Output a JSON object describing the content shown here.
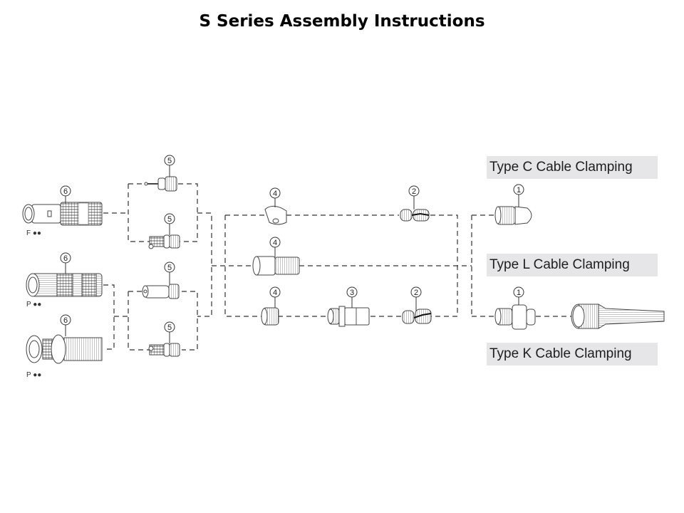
{
  "title": "S Series Assembly Instructions",
  "clamping_types": [
    {
      "id": "C",
      "label": "Type C Cable Clamping"
    },
    {
      "id": "L",
      "label": "Type L Cable Clamping"
    },
    {
      "id": "K",
      "label": "Type K Cable Clamping"
    }
  ],
  "variants": [
    {
      "code": "F ●●",
      "part": "6"
    },
    {
      "code": "P ●●",
      "part": "6"
    },
    {
      "code": "P ●●",
      "part": "6"
    }
  ],
  "callouts": {
    "housing_1": "6",
    "housing_2": "6",
    "housing_3": "6",
    "insert_1": "5",
    "insert_2": "5",
    "insert_3": "5",
    "insert_4": "5",
    "collet_top": "4",
    "collet_mid": "4",
    "collet_bot": "4",
    "bushing": "3",
    "gasket_top": "2",
    "gasket_bot": "2",
    "nut_top": "1",
    "nut_bot": "1"
  }
}
